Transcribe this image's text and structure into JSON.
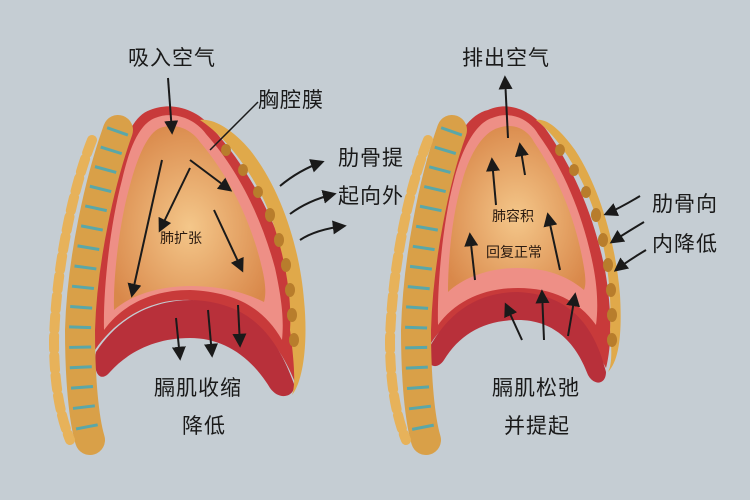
{
  "left_panel": {
    "inhale_label": "吸入空气",
    "pleura_label": "胸腔膜",
    "ribs_label_line1": "肋骨提",
    "ribs_label_line2": "起向外",
    "lung_label": "肺扩张",
    "diaphragm_label_line1": "膈肌收缩",
    "diaphragm_label_line2": "降低"
  },
  "right_panel": {
    "exhale_label": "排出空气",
    "ribs_label_line1": "肋骨向",
    "ribs_label_line2": "内降低",
    "lung_label_line1": "肺容积",
    "lung_label_line2": "回复正常",
    "diaphragm_label_line1": "膈肌松弛",
    "diaphragm_label_line2": "并提起"
  },
  "colors": {
    "background": "#c5cdd3",
    "bone": "#e0a94a",
    "bone_dark": "#b07a2a",
    "disc": "#5aa7a8",
    "muscle": "#c83a3a",
    "cavity": "#e8a264",
    "arrow": "#1a1a1a"
  }
}
